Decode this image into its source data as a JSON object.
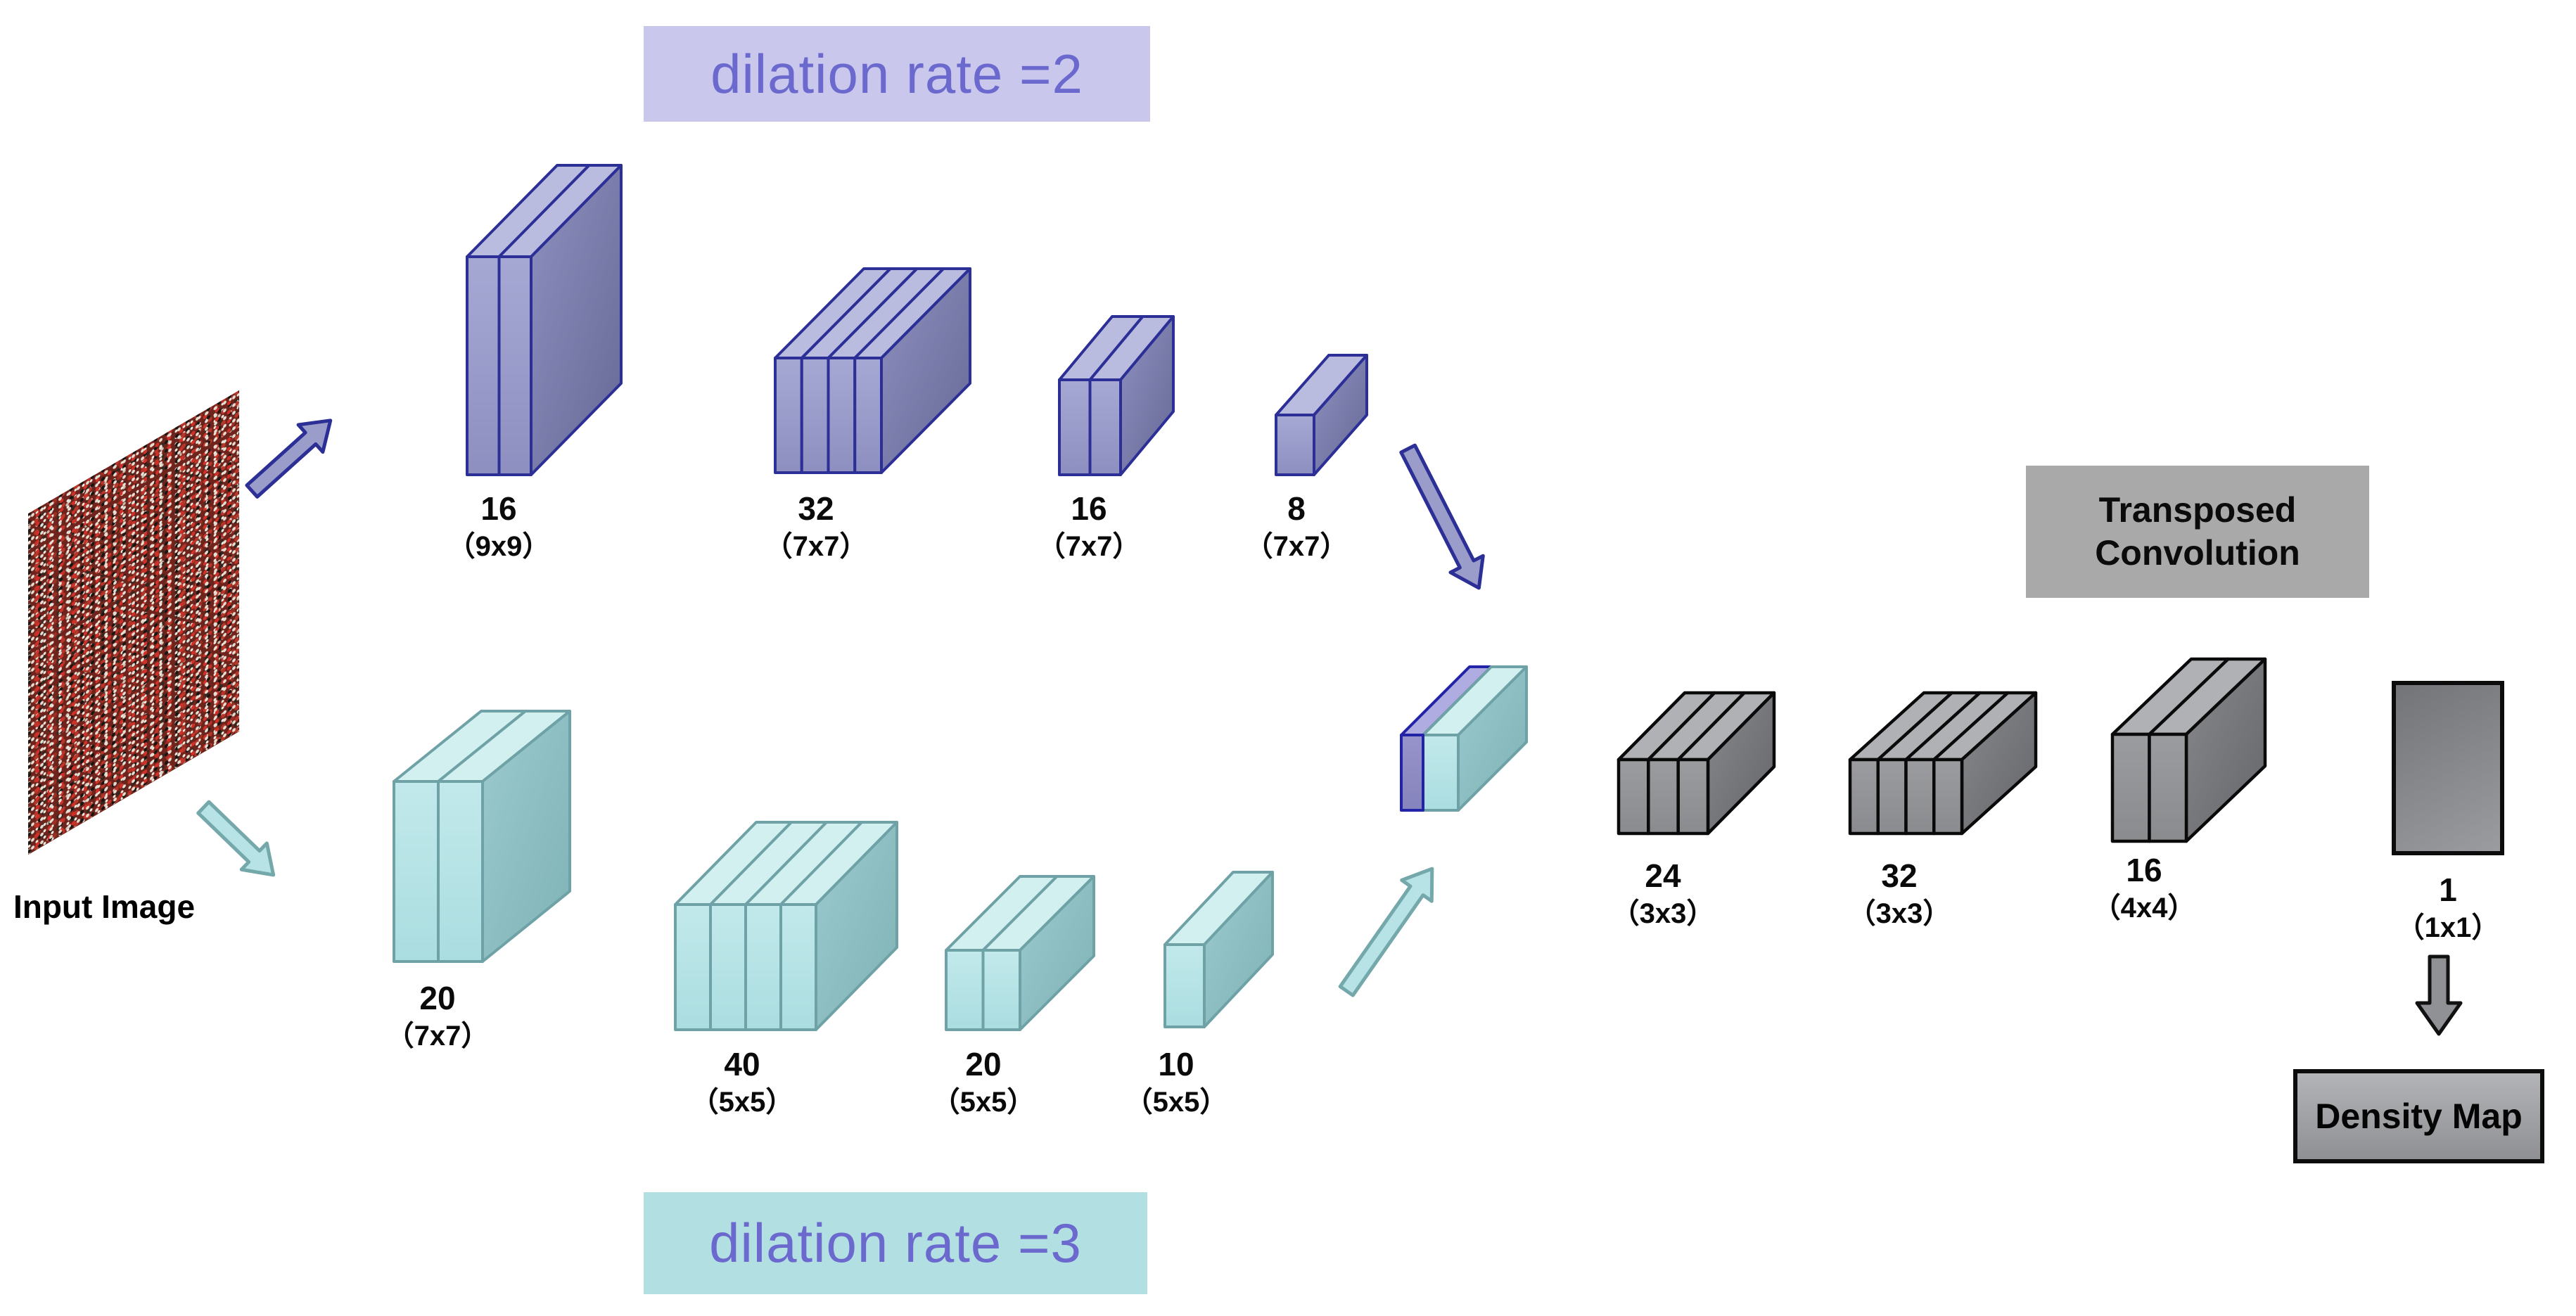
{
  "figure": {
    "type": "cnn-architecture-diagram",
    "input_label": "Input Image",
    "output_label": "Density Map",
    "transposed_label": "Transposed Convolution"
  },
  "branch_top": {
    "dilation_label": "dilation rate =2",
    "dilation_rate": 2,
    "layers": [
      {
        "filters": "16",
        "kernel": "（9x9）"
      },
      {
        "filters": "32",
        "kernel": "（7x7）"
      },
      {
        "filters": "16",
        "kernel": "（7x7）"
      },
      {
        "filters": "8",
        "kernel": "（7x7）"
      }
    ]
  },
  "branch_bottom": {
    "dilation_label": "dilation rate =3",
    "dilation_rate": 3,
    "layers": [
      {
        "filters": "20",
        "kernel": "（7x7）"
      },
      {
        "filters": "40",
        "kernel": "（5x5）"
      },
      {
        "filters": "20",
        "kernel": "（5x5）"
      },
      {
        "filters": "10",
        "kernel": "（5x5）"
      }
    ]
  },
  "merged_stage": {
    "layers": [
      {
        "filters": "24",
        "kernel": "（3x3）"
      },
      {
        "filters": "32",
        "kernel": "（3x3）"
      },
      {
        "filters": "16",
        "kernel": "（4x4）"
      },
      {
        "filters": "1",
        "kernel": "（1x1）"
      }
    ]
  },
  "colors": {
    "branch_top_fill": "#9a9cca",
    "branch_top_outline": "#2b2f96",
    "branch_bottom_fill": "#b9e4e7",
    "branch_bottom_outline": "#6fa2a6",
    "merged_gray_fill": "#949598",
    "merged_gray_outline": "#0a0a0a",
    "dilation_top_bg": "#c9c7ec",
    "dilation_bottom_bg": "#b2dfe2",
    "dilation_text": "#6b68ce",
    "transposed_bg": "#a9a9aa",
    "density_bg": "#a0a1a4"
  }
}
